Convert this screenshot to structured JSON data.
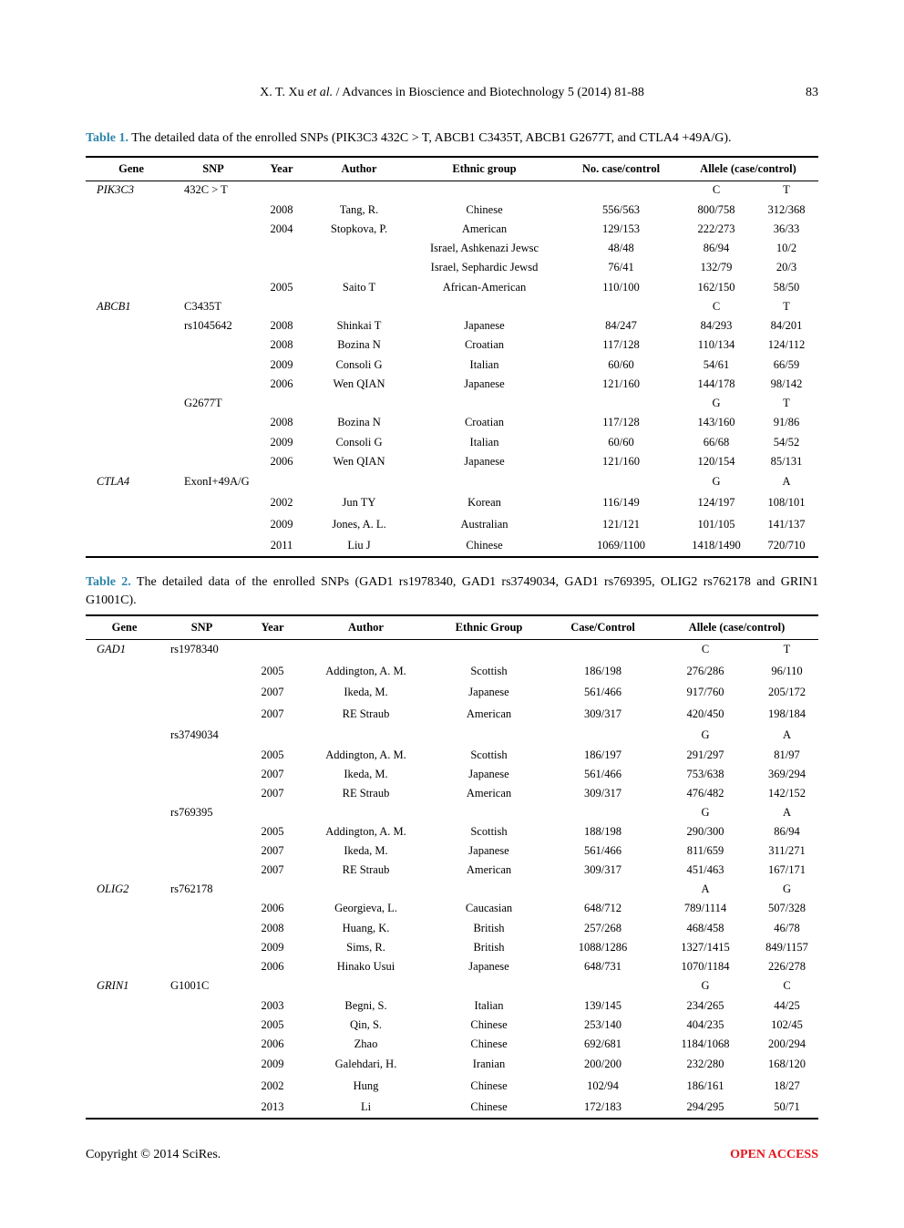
{
  "header": {
    "running_title_pre": "X. T. Xu ",
    "running_title_etal": "et al.",
    "running_title_post": " / Advances in Bioscience and Biotechnology 5 (2014) 81-88",
    "page_number": "83"
  },
  "table1": {
    "label": "Table 1.",
    "caption": " The detailed data of the enrolled SNPs (PIK3C3 432C > T, ABCB1 C3435T, ABCB1 G2677T, and CTLA4 +49A/G).",
    "columns": [
      "Gene",
      "SNP",
      "Year",
      "Author",
      "Ethnic group",
      "No. case/control",
      "Allele (case/control)"
    ],
    "rows": [
      {
        "gene": "PIK3C3",
        "snp": "432C > T",
        "year": "",
        "author": "",
        "ethnic": "",
        "cc": "",
        "a1": "C",
        "a2": "T",
        "h": 21
      },
      {
        "gene": "",
        "snp": "",
        "year": "2008",
        "author": "Tang, R.",
        "ethnic": "Chinese",
        "cc": "556/563",
        "a1": "800/758",
        "a2": "312/368",
        "h": 22
      },
      {
        "gene": "",
        "snp": "",
        "year": "2004",
        "author": "Stopkova, P.",
        "ethnic": "American",
        "cc": "129/153",
        "a1": "222/273",
        "a2": "36/33",
        "h": 21
      },
      {
        "gene": "",
        "snp": "",
        "year": "",
        "author": "",
        "ethnic": "Israel, Ashkenazi Jewsc",
        "cc": "48/48",
        "a1": "86/94",
        "a2": "10/2",
        "h": 21
      },
      {
        "gene": "",
        "snp": "",
        "year": "",
        "author": "",
        "ethnic": "Israel, Sephardic Jewsd",
        "cc": "76/41",
        "a1": "132/79",
        "a2": "20/3",
        "h": 21
      },
      {
        "gene": "",
        "snp": "",
        "year": "2005",
        "author": "Saito T",
        "ethnic": "African-American",
        "cc": "110/100",
        "a1": "162/150",
        "a2": "58/50",
        "h": 22
      },
      {
        "gene": "ABCB1",
        "snp": "C3435T",
        "year": "",
        "author": "",
        "ethnic": "",
        "cc": "",
        "a1": "C",
        "a2": "T",
        "h": 21
      },
      {
        "gene": "",
        "snp": "rs1045642",
        "year": "2008",
        "author": "Shinkai T",
        "ethnic": "Japanese",
        "cc": "84/247",
        "a1": "84/293",
        "a2": "84/201",
        "h": 21
      },
      {
        "gene": "",
        "snp": "",
        "year": "2008",
        "author": "Bozina N",
        "ethnic": "Croatian",
        "cc": "117/128",
        "a1": "110/134",
        "a2": "124/112",
        "h": 21
      },
      {
        "gene": "",
        "snp": "",
        "year": "2009",
        "author": "Consoli G",
        "ethnic": "Italian",
        "cc": "60/60",
        "a1": "54/61",
        "a2": "66/59",
        "h": 22
      },
      {
        "gene": "",
        "snp": "",
        "year": "2006",
        "author": "Wen QIAN",
        "ethnic": "Japanese",
        "cc": "121/160",
        "a1": "144/178",
        "a2": "98/142",
        "h": 21
      },
      {
        "gene": "",
        "snp": "G2677T",
        "year": "",
        "author": "",
        "ethnic": "",
        "cc": "",
        "a1": "G",
        "a2": "T",
        "h": 21
      },
      {
        "gene": "",
        "snp": "",
        "year": "2008",
        "author": "Bozina N",
        "ethnic": "Croatian",
        "cc": "117/128",
        "a1": "143/160",
        "a2": "91/86",
        "h": 21
      },
      {
        "gene": "",
        "snp": "",
        "year": "2009",
        "author": "Consoli G",
        "ethnic": "Italian",
        "cc": "60/60",
        "a1": "66/68",
        "a2": "54/52",
        "h": 22
      },
      {
        "gene": "",
        "snp": "",
        "year": "2006",
        "author": "Wen QIAN",
        "ethnic": "Japanese",
        "cc": "121/160",
        "a1": "120/154",
        "a2": "85/131",
        "h": 21
      },
      {
        "gene": "CTLA4",
        "snp": "ExonI+49A/G",
        "year": "",
        "author": "",
        "ethnic": "",
        "cc": "",
        "a1": "G",
        "a2": "A",
        "h": 23
      },
      {
        "gene": "",
        "snp": "",
        "year": "2002",
        "author": "Jun TY",
        "ethnic": "Korean",
        "cc": "116/149",
        "a1": "124/197",
        "a2": "108/101",
        "h": 23
      },
      {
        "gene": "",
        "snp": "",
        "year": "2009",
        "author": "Jones, A. L.",
        "ethnic": "Australian",
        "cc": "121/121",
        "a1": "101/105",
        "a2": "141/137",
        "h": 24
      },
      {
        "gene": "",
        "snp": "",
        "year": "2011",
        "author": "Liu J",
        "ethnic": "Chinese",
        "cc": "1069/1100",
        "a1": "1418/1490",
        "a2": "720/710",
        "h": 24
      }
    ]
  },
  "table2": {
    "label": "Table 2.",
    "caption": " The detailed data of the enrolled SNPs (GAD1 rs1978340, GAD1 rs3749034, GAD1 rs769395, OLIG2 rs762178 and GRIN1 G1001C).",
    "columns": [
      "Gene",
      "SNP",
      "Year",
      "Author",
      "Ethnic Group",
      "Case/Control",
      "Allele (case/control)"
    ],
    "rows": [
      {
        "gene": "GAD1",
        "snp": "rs1978340",
        "year": "",
        "author": "",
        "ethnic": "",
        "cc": "",
        "a1": "C",
        "a2": "T",
        "h": 23
      },
      {
        "gene": "",
        "snp": "",
        "year": "2005",
        "author": "Addington, A. M.",
        "ethnic": "Scottish",
        "cc": "186/198",
        "a1": "276/286",
        "a2": "96/110",
        "h": 24
      },
      {
        "gene": "",
        "snp": "",
        "year": "2007",
        "author": "Ikeda, M.",
        "ethnic": "Japanese",
        "cc": "561/466",
        "a1": "917/760",
        "a2": "205/172",
        "h": 23
      },
      {
        "gene": "",
        "snp": "",
        "year": "2007",
        "author": "RE Straub",
        "ethnic": "American",
        "cc": "309/317",
        "a1": "420/450",
        "a2": "198/184",
        "h": 24
      },
      {
        "gene": "",
        "snp": "rs3749034",
        "year": "",
        "author": "",
        "ethnic": "",
        "cc": "",
        "a1": "G",
        "a2": "A",
        "h": 22
      },
      {
        "gene": "",
        "snp": "",
        "year": "2005",
        "author": "Addington, A. M.",
        "ethnic": "Scottish",
        "cc": "186/197",
        "a1": "291/297",
        "a2": "81/97",
        "h": 22
      },
      {
        "gene": "",
        "snp": "",
        "year": "2007",
        "author": "Ikeda, M.",
        "ethnic": "Japanese",
        "cc": "561/466",
        "a1": "753/638",
        "a2": "369/294",
        "h": 21
      },
      {
        "gene": "",
        "snp": "",
        "year": "2007",
        "author": "RE Straub",
        "ethnic": "American",
        "cc": "309/317",
        "a1": "476/482",
        "a2": "142/152",
        "h": 21
      },
      {
        "gene": "",
        "snp": "rs769395",
        "year": "",
        "author": "",
        "ethnic": "",
        "cc": "",
        "a1": "G",
        "a2": "A",
        "h": 21
      },
      {
        "gene": "",
        "snp": "",
        "year": "2005",
        "author": "Addington, A. M.",
        "ethnic": "Scottish",
        "cc": "188/198",
        "a1": "290/300",
        "a2": "86/94",
        "h": 21
      },
      {
        "gene": "",
        "snp": "",
        "year": "2007",
        "author": "Ikeda, M.",
        "ethnic": "Japanese",
        "cc": "561/466",
        "a1": "811/659",
        "a2": "311/271",
        "h": 21
      },
      {
        "gene": "",
        "snp": "",
        "year": "2007",
        "author": "RE Straub",
        "ethnic": "American",
        "cc": "309/317",
        "a1": "451/463",
        "a2": "167/171",
        "h": 21
      },
      {
        "gene": "OLIG2",
        "snp": "rs762178",
        "year": "",
        "author": "",
        "ethnic": "",
        "cc": "",
        "a1": "A",
        "a2": "G",
        "h": 21
      },
      {
        "gene": "",
        "snp": "",
        "year": "2006",
        "author": "Georgieva, L.",
        "ethnic": "Caucasian",
        "cc": "648/712",
        "a1": "789/1114",
        "a2": "507/328",
        "h": 21
      },
      {
        "gene": "",
        "snp": "",
        "year": "2008",
        "author": "Huang, K.",
        "ethnic": "British",
        "cc": "257/268",
        "a1": "468/458",
        "a2": "46/78",
        "h": 22
      },
      {
        "gene": "",
        "snp": "",
        "year": "2009",
        "author": "Sims, R.",
        "ethnic": "British",
        "cc": "1088/1286",
        "a1": "1327/1415",
        "a2": "849/1157",
        "h": 21
      },
      {
        "gene": "",
        "snp": "",
        "year": "2006",
        "author": "Hinako Usui",
        "ethnic": "Japanese",
        "cc": "648/731",
        "a1": "1070/1184",
        "a2": "226/278",
        "h": 21
      },
      {
        "gene": "GRIN1",
        "snp": "G1001C",
        "year": "",
        "author": "",
        "ethnic": "",
        "cc": "",
        "a1": "G",
        "a2": "C",
        "h": 21
      },
      {
        "gene": "",
        "snp": "",
        "year": "2003",
        "author": "Begni, S.",
        "ethnic": "Italian",
        "cc": "139/145",
        "a1": "234/265",
        "a2": "44/25",
        "h": 22
      },
      {
        "gene": "",
        "snp": "",
        "year": "2005",
        "author": "Qin, S.",
        "ethnic": "Chinese",
        "cc": "253/140",
        "a1": "404/235",
        "a2": "102/45",
        "h": 21
      },
      {
        "gene": "",
        "snp": "",
        "year": "2006",
        "author": "Zhao",
        "ethnic": "Chinese",
        "cc": "692/681",
        "a1": "1184/1068",
        "a2": "200/294",
        "h": 21
      },
      {
        "gene": "",
        "snp": "",
        "year": "2009",
        "author": "Galehdari, H.",
        "ethnic": "Iranian",
        "cc": "200/200",
        "a1": "232/280",
        "a2": "168/120",
        "h": 23
      },
      {
        "gene": "",
        "snp": "",
        "year": "2002",
        "author": "Hung",
        "ethnic": "Chinese",
        "cc": "102/94",
        "a1": "186/161",
        "a2": "18/27",
        "h": 24
      },
      {
        "gene": "",
        "snp": "",
        "year": "2013",
        "author": "Li",
        "ethnic": "Chinese",
        "cc": "172/183",
        "a1": "294/295",
        "a2": "50/71",
        "h": 24
      }
    ]
  },
  "footer": {
    "copyright": "Copyright © 2014 SciRes.",
    "open_access": "OPEN ACCESS"
  },
  "colors": {
    "table_label": "#2e86ab",
    "open_access": "#e8141c"
  }
}
